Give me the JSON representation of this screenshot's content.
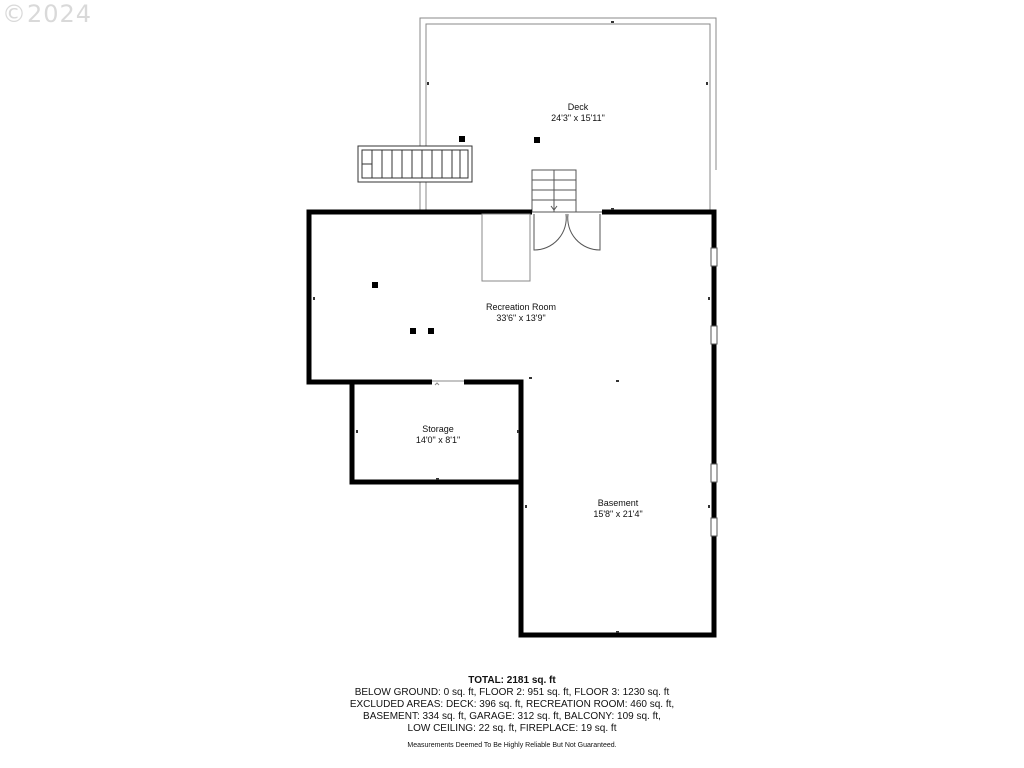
{
  "watermark": "©2024",
  "rooms": {
    "deck": {
      "name": "Deck",
      "dims": "24'3\" x 15'11\""
    },
    "recreation": {
      "name": "Recreation Room",
      "dims": "33'6\" x 13'9\""
    },
    "storage": {
      "name": "Storage",
      "dims": "14'0\" x 8'1\""
    },
    "basement": {
      "name": "Basement",
      "dims": "15'8\" x 21'4\""
    }
  },
  "totals": {
    "title": "TOTAL: 2181 sq. ft",
    "line1": "BELOW GROUND: 0 sq. ft, FLOOR 2: 951 sq. ft, FLOOR 3: 1230 sq. ft",
    "line2": "EXCLUDED AREAS: DECK: 396 sq. ft, RECREATION ROOM: 460 sq. ft,",
    "line3": "BASEMENT: 334 sq. ft, GARAGE: 312 sq. ft, BALCONY: 109 sq. ft,",
    "line4": "LOW CEILING: 22 sq. ft, FIREPLACE: 19 sq. ft"
  },
  "disclaimer": "Measurements Deemed To Be Highly Reliable But Not Guaranteed."
}
